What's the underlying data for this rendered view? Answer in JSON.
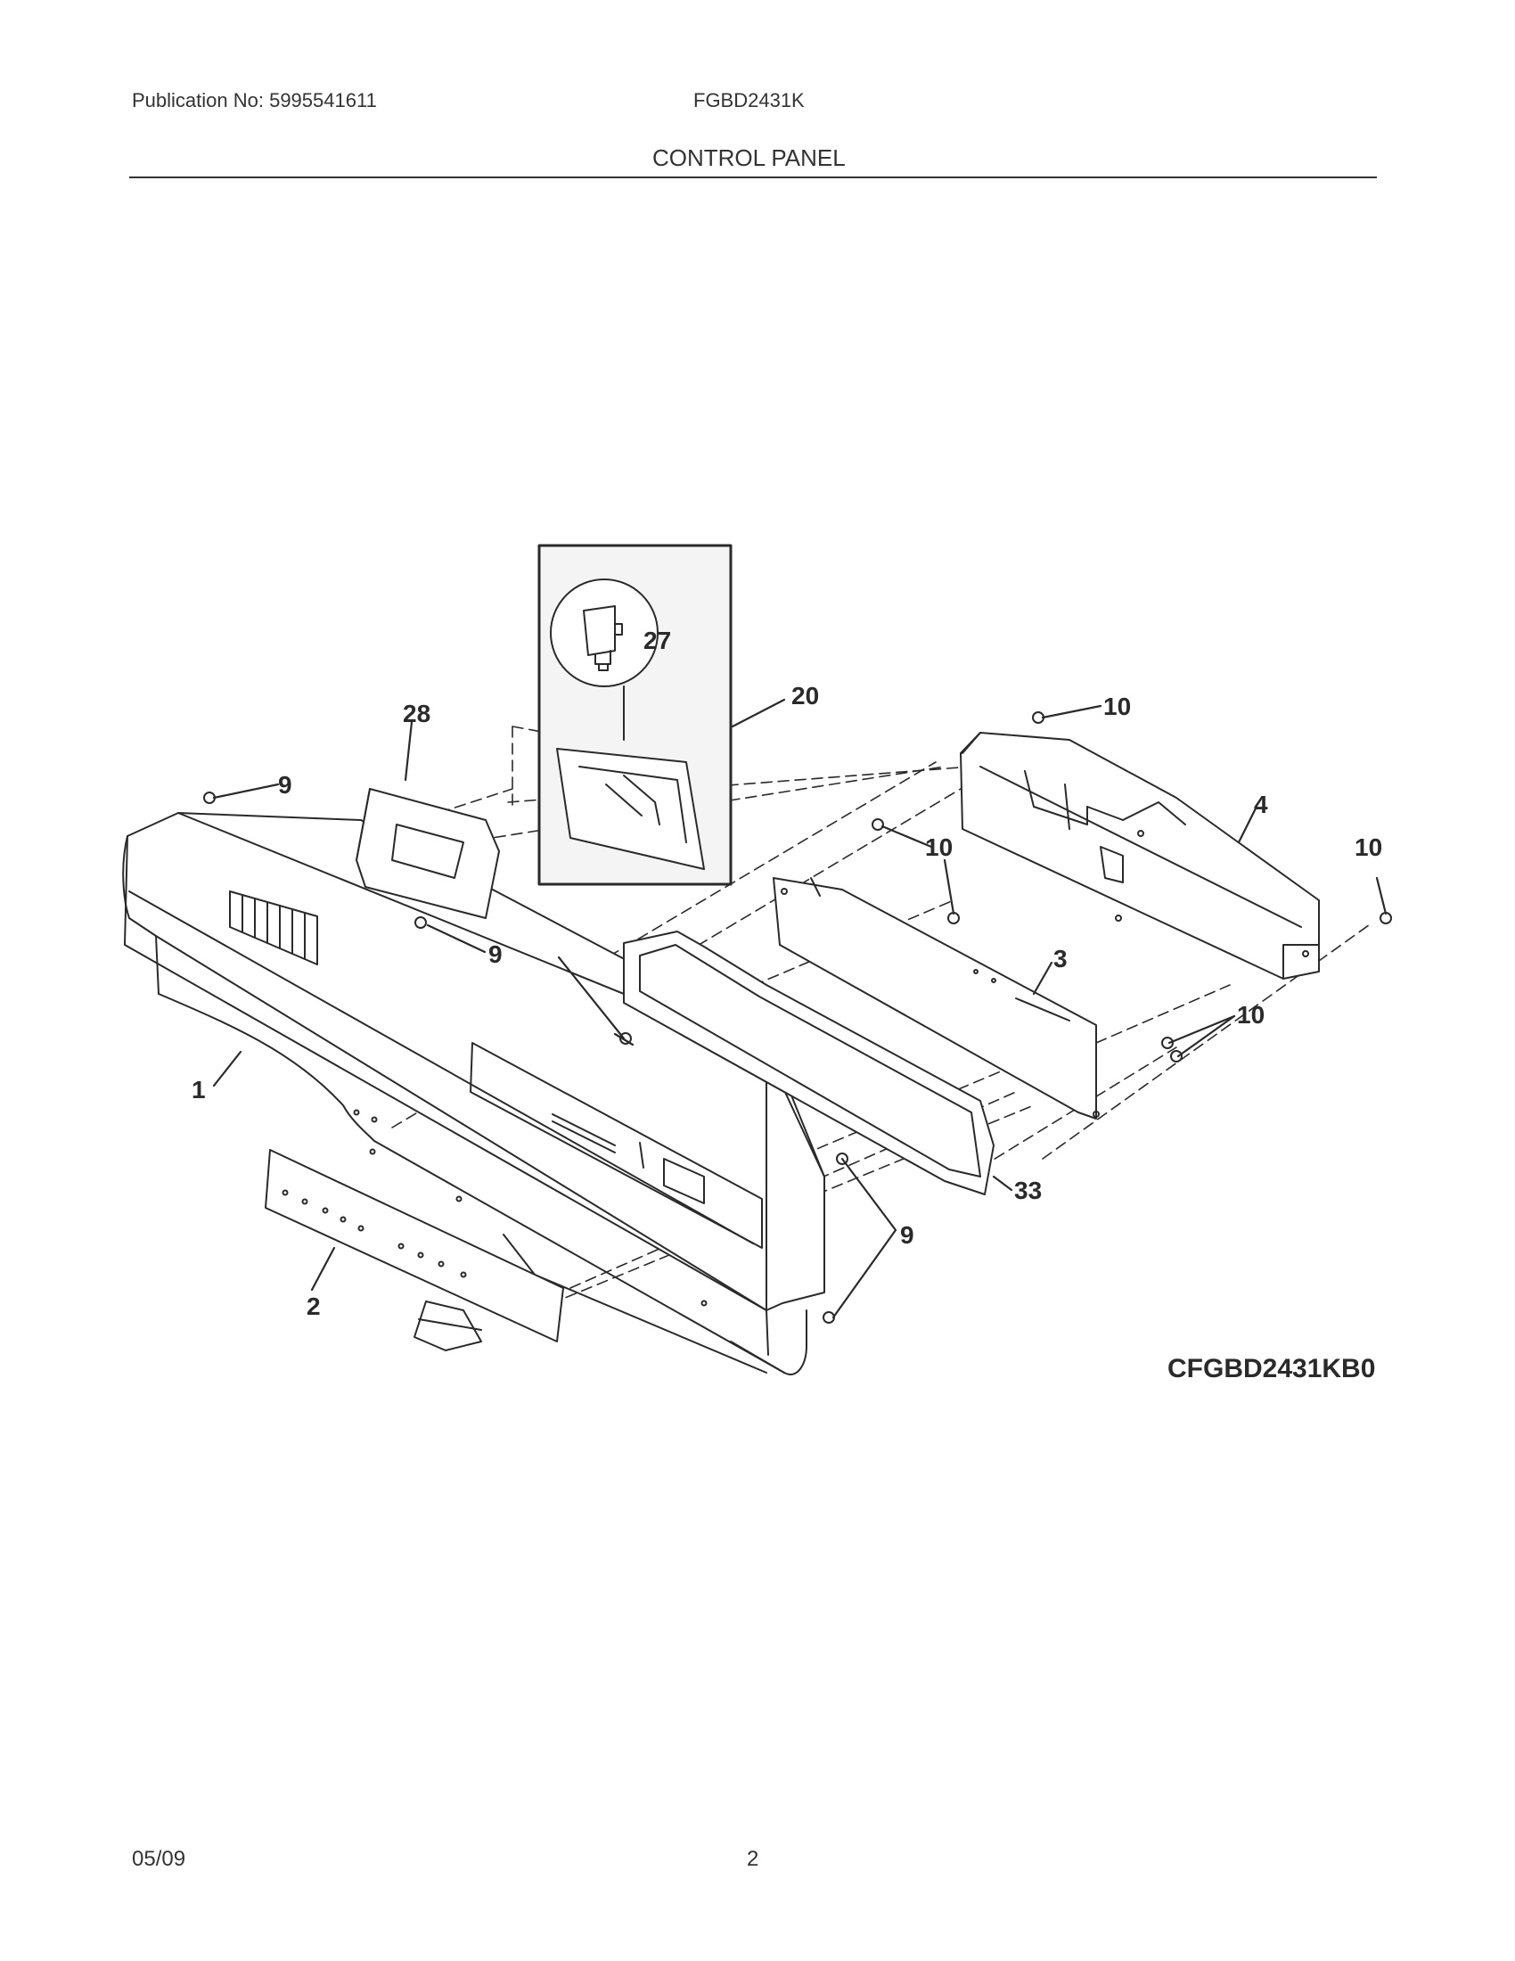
{
  "header": {
    "publication": "Publication No: 5995541611",
    "model": "FGBD2431K",
    "section_title": "CONTROL PANEL"
  },
  "diagram": {
    "id": "CFGBD2431KB0",
    "callouts": {
      "p1": "1",
      "p2": "2",
      "p3": "3",
      "p4": "4",
      "p9a": "9",
      "p9b": "9",
      "p9c": "9",
      "p10a": "10",
      "p10b": "10",
      "p10c": "10",
      "p10d": "10",
      "p20": "20",
      "p27": "27",
      "p28": "28",
      "p33": "33"
    }
  },
  "footer": {
    "date": "05/09",
    "page": "2"
  }
}
